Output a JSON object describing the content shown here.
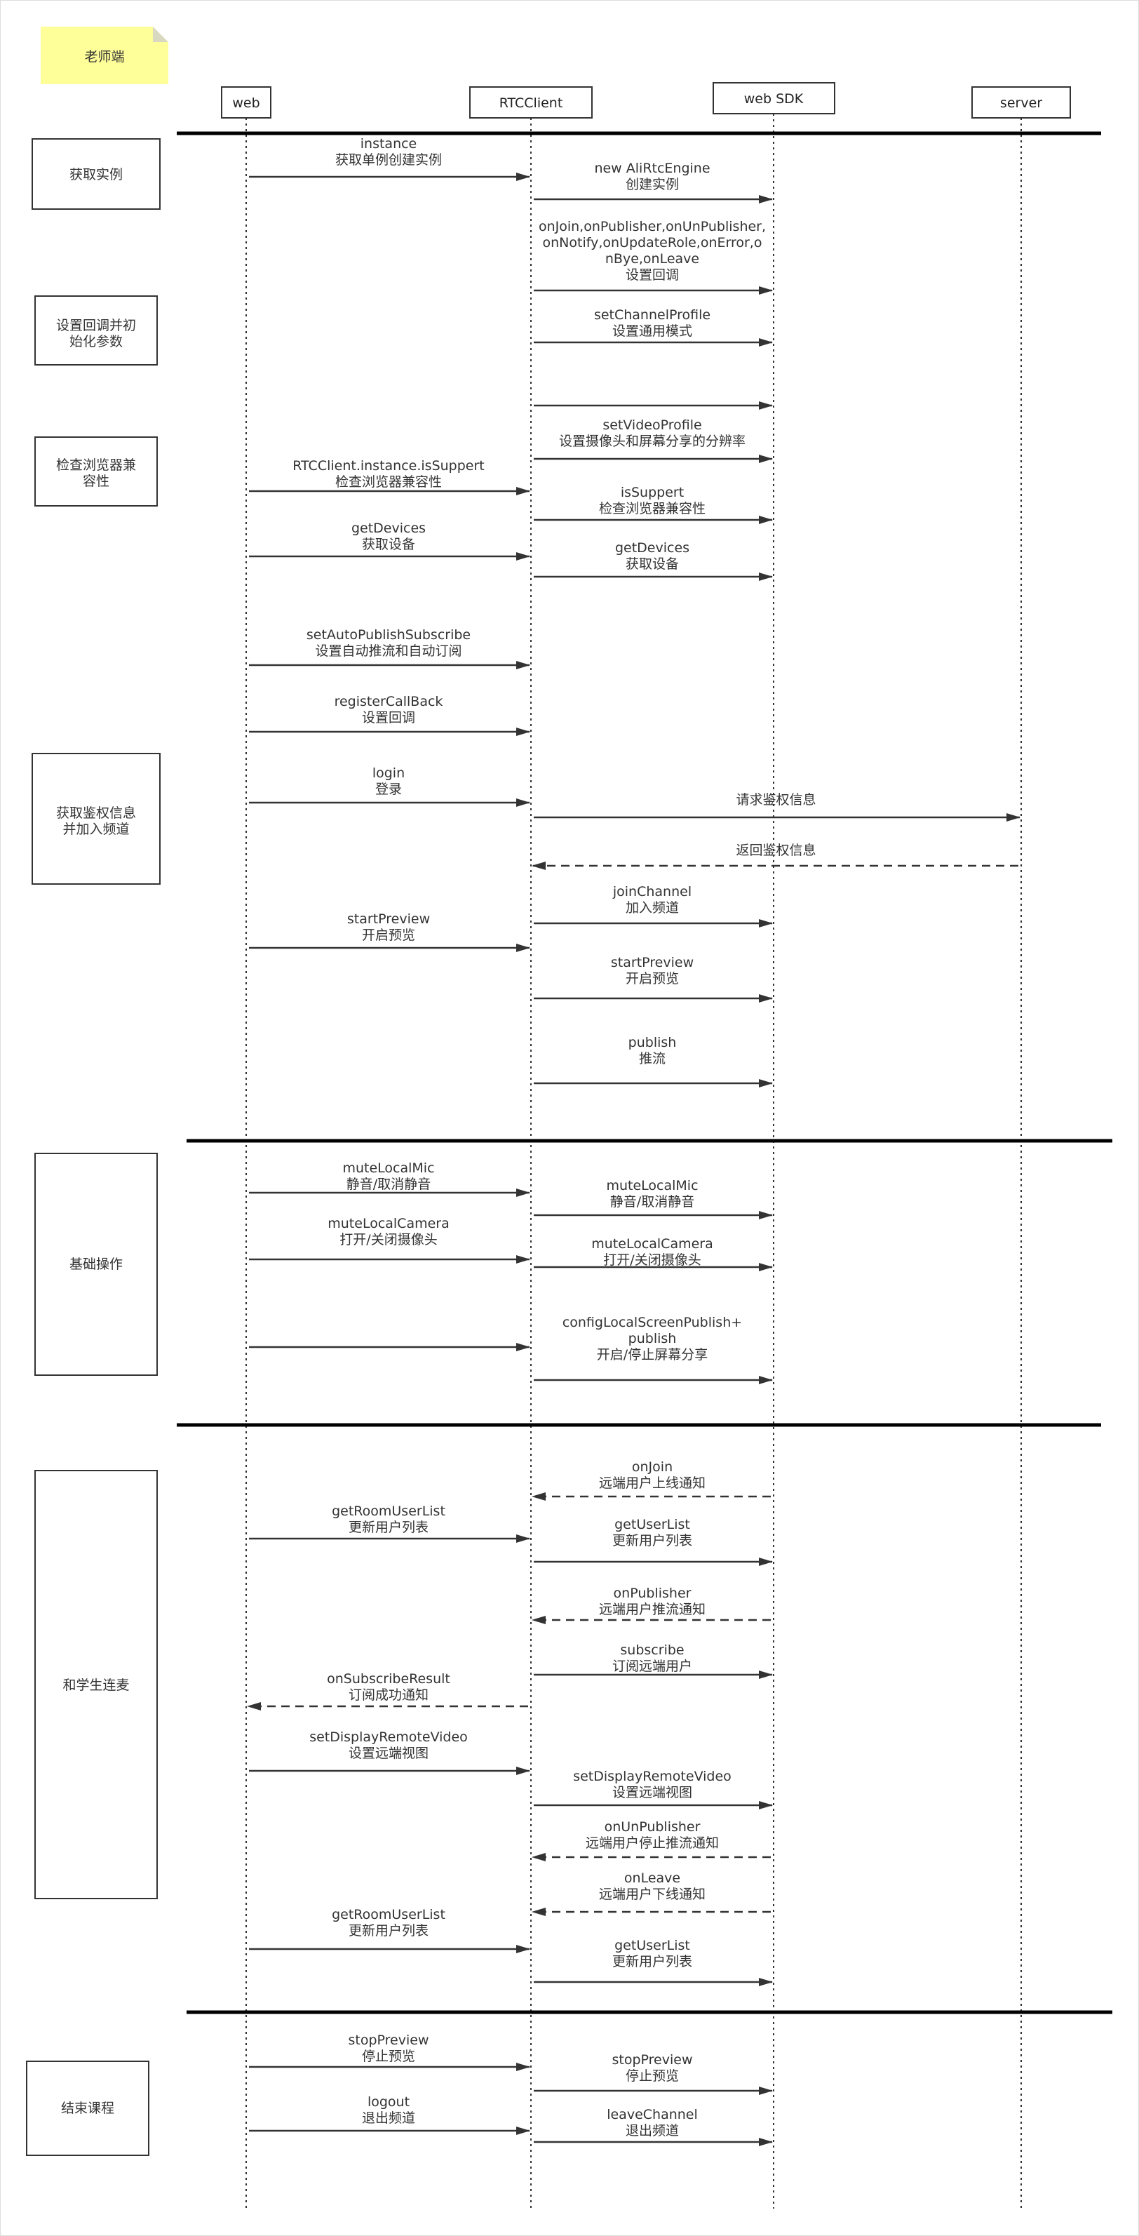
{
  "note": {
    "label": "老师端",
    "color": "#ffff99"
  },
  "participants": [
    {
      "id": "web",
      "label": "web"
    },
    {
      "id": "rtc",
      "label": "RTCClient"
    },
    {
      "id": "sdk",
      "label": "web SDK"
    },
    {
      "id": "server",
      "label": "server"
    }
  ],
  "phases": [
    {
      "label": "获取实例"
    },
    {
      "label": "设置回调并初始化参数"
    },
    {
      "label": "检查浏览器兼容性"
    },
    {
      "label": "获取鉴权信息并加入频道"
    },
    {
      "label": "基础操作"
    },
    {
      "label": "和学生连麦"
    },
    {
      "label": "结束课程"
    }
  ],
  "messages": [
    {
      "from": "web",
      "to": "rtc",
      "style": "solid",
      "lines": [
        "instance",
        "获取单例创建实例"
      ]
    },
    {
      "from": "rtc",
      "to": "sdk",
      "style": "solid",
      "lines": [
        "new AliRtcEngine",
        "创建实例"
      ]
    },
    {
      "from": "rtc",
      "to": "sdk",
      "style": "solid",
      "lines": [
        "onJoin,onPublisher,onUnPublisher,",
        "onNotify,onUpdateRole,onError,o",
        "nBye,onLeave",
        "设置回调"
      ]
    },
    {
      "from": "rtc",
      "to": "sdk",
      "style": "solid",
      "lines": [
        "setChannelProfile",
        "设置通用模式"
      ]
    },
    {
      "from": "rtc",
      "to": "sdk",
      "style": "solid",
      "lines": []
    },
    {
      "from": "rtc",
      "to": "sdk",
      "style": "solid",
      "lines": [
        "setVideoProfile",
        "设置摄像头和屏幕分享的分辨率"
      ]
    },
    {
      "from": "web",
      "to": "rtc",
      "style": "solid",
      "lines": [
        "RTCClient.instance.isSuppert",
        "检查浏览器兼容性"
      ]
    },
    {
      "from": "rtc",
      "to": "sdk",
      "style": "solid",
      "lines": [
        "isSuppert",
        "检查浏览器兼容性"
      ]
    },
    {
      "from": "web",
      "to": "rtc",
      "style": "solid",
      "lines": [
        "getDevices",
        "获取设备"
      ]
    },
    {
      "from": "rtc",
      "to": "sdk",
      "style": "solid",
      "lines": [
        "getDevices",
        "获取设备"
      ]
    },
    {
      "from": "web",
      "to": "rtc",
      "style": "solid",
      "lines": [
        "setAutoPublishSubscribe",
        "设置自动推流和自动订阅"
      ]
    },
    {
      "from": "web",
      "to": "rtc",
      "style": "solid",
      "lines": [
        "registerCallBack",
        "设置回调"
      ]
    },
    {
      "from": "web",
      "to": "rtc",
      "style": "solid",
      "lines": [
        "login",
        "登录"
      ]
    },
    {
      "from": "rtc",
      "to": "server",
      "style": "solid",
      "lines": [
        "请求鉴权信息"
      ]
    },
    {
      "from": "server",
      "to": "rtc",
      "style": "dashed",
      "lines": [
        "返回鉴权信息"
      ]
    },
    {
      "from": "rtc",
      "to": "sdk",
      "style": "solid",
      "lines": [
        "joinChannel",
        "加入频道"
      ]
    },
    {
      "from": "web",
      "to": "rtc",
      "style": "solid",
      "lines": [
        "startPreview",
        "开启预览"
      ]
    },
    {
      "from": "rtc",
      "to": "sdk",
      "style": "solid",
      "lines": [
        "startPreview",
        "开启预览"
      ]
    },
    {
      "from": "rtc",
      "to": "sdk",
      "style": "solid",
      "lines": [
        "publish",
        "推流"
      ]
    },
    {
      "from": "web",
      "to": "rtc",
      "style": "solid",
      "lines": [
        "muteLocalMic",
        "静音/取消静音"
      ]
    },
    {
      "from": "rtc",
      "to": "sdk",
      "style": "solid",
      "lines": [
        "muteLocalMic",
        "静音/取消静音"
      ]
    },
    {
      "from": "web",
      "to": "rtc",
      "style": "solid",
      "lines": [
        "muteLocalCamera",
        "打开/关闭摄像头"
      ]
    },
    {
      "from": "rtc",
      "to": "sdk",
      "style": "solid",
      "lines": [
        "muteLocalCamera",
        "打开/关闭摄像头"
      ]
    },
    {
      "from": "web",
      "to": "rtc",
      "style": "solid",
      "lines": []
    },
    {
      "from": "rtc",
      "to": "sdk",
      "style": "solid",
      "lines": [
        "configLocalScreenPublish+",
        "publish",
        "开启/停止屏幕分享"
      ]
    },
    {
      "from": "sdk",
      "to": "rtc",
      "style": "dashed",
      "lines": [
        "onJoin",
        "远端用户上线通知"
      ]
    },
    {
      "from": "web",
      "to": "rtc",
      "style": "solid",
      "lines": [
        "getRoomUserList",
        "更新用户列表"
      ]
    },
    {
      "from": "rtc",
      "to": "sdk",
      "style": "solid",
      "lines": [
        "getUserList",
        "更新用户列表"
      ]
    },
    {
      "from": "sdk",
      "to": "rtc",
      "style": "dashed",
      "lines": [
        "onPublisher",
        "远端用户推流通知"
      ]
    },
    {
      "from": "rtc",
      "to": "sdk",
      "style": "solid",
      "lines": [
        "subscribe",
        "订阅远端用户"
      ]
    },
    {
      "from": "rtc",
      "to": "web",
      "style": "dashed",
      "lines": [
        "onSubscribeResult",
        "订阅成功通知"
      ]
    },
    {
      "from": "web",
      "to": "rtc",
      "style": "solid",
      "lines": [
        "setDisplayRemoteVideo",
        "设置远端视图"
      ]
    },
    {
      "from": "rtc",
      "to": "sdk",
      "style": "solid",
      "lines": [
        "setDisplayRemoteVideo",
        "设置远端视图"
      ]
    },
    {
      "from": "sdk",
      "to": "rtc",
      "style": "dashed",
      "lines": [
        "onUnPublisher",
        "远端用户停止推流通知"
      ]
    },
    {
      "from": "sdk",
      "to": "rtc",
      "style": "dashed",
      "lines": [
        "onLeave",
        "远端用户下线通知"
      ]
    },
    {
      "from": "web",
      "to": "rtc",
      "style": "solid",
      "lines": [
        "getRoomUserList",
        "更新用户列表"
      ]
    },
    {
      "from": "rtc",
      "to": "sdk",
      "style": "solid",
      "lines": [
        "getUserList",
        "更新用户列表"
      ]
    },
    {
      "from": "web",
      "to": "rtc",
      "style": "solid",
      "lines": [
        "stopPreview",
        "停止预览"
      ]
    },
    {
      "from": "rtc",
      "to": "sdk",
      "style": "solid",
      "lines": [
        "stopPreview",
        "停止预览"
      ]
    },
    {
      "from": "web",
      "to": "rtc",
      "style": "solid",
      "lines": [
        "logout",
        "退出频道"
      ]
    },
    {
      "from": "rtc",
      "to": "sdk",
      "style": "solid",
      "lines": [
        "leaveChannel",
        "退出频道"
      ]
    }
  ]
}
